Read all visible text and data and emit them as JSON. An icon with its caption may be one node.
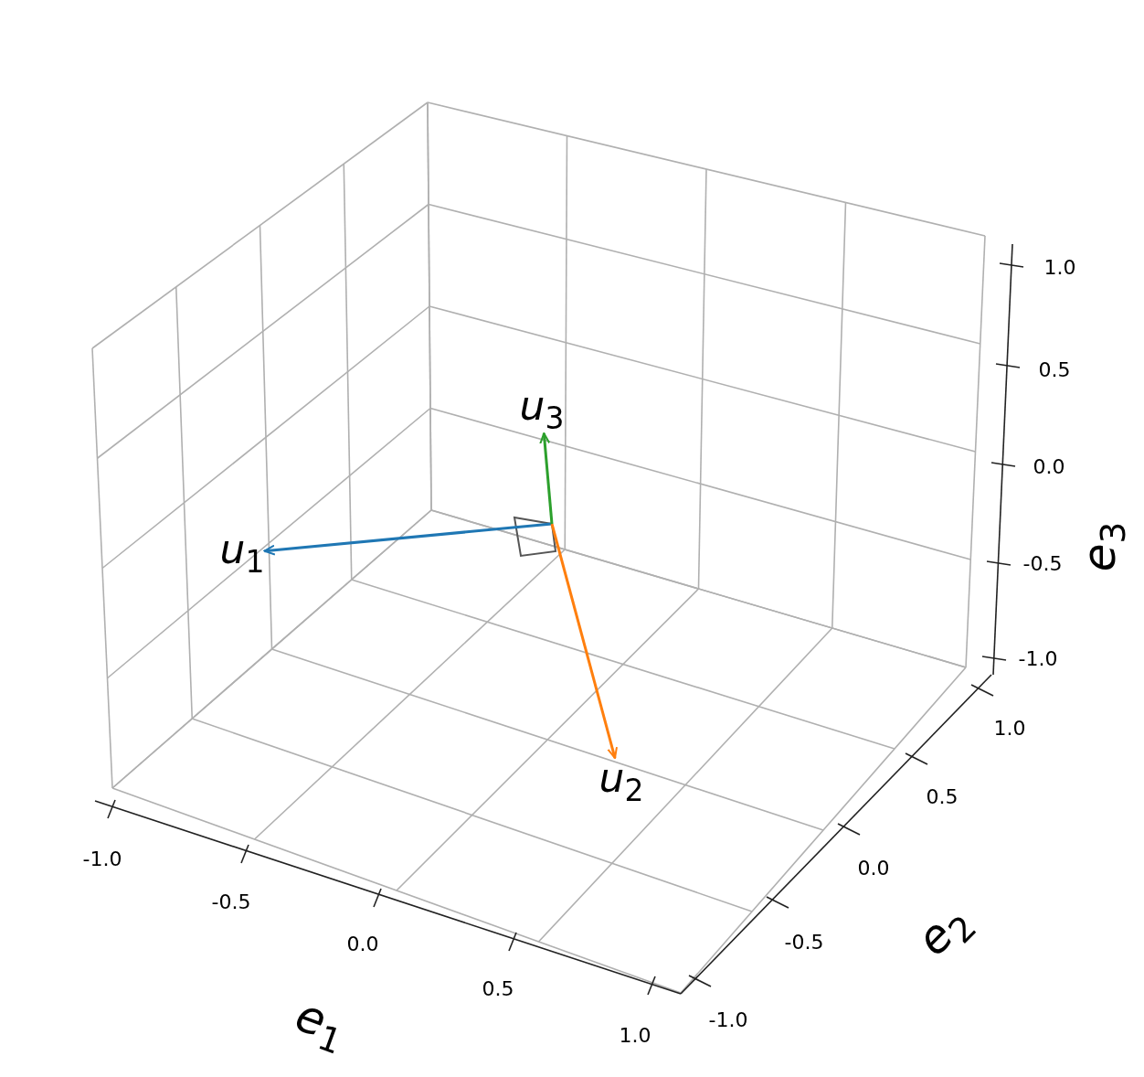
{
  "diagram": {
    "nodes": [
      {
        "text": [
          "u$_{1}$"
        ]
      },
      {
        "text": [
          "u$_{2}$"
        ]
      },
      {
        "text": [
          "u$_{3}$"
        ]
      }
    ],
    "edges": [
      {
        "from": null,
        "to": 0,
        "arrow": "to",
        "color": "#1f77b4"
      },
      {
        "from": null,
        "to": 1,
        "arrow": "to",
        "color": "#ff7f0e"
      },
      {
        "from": null,
        "to": 2,
        "arrow": "to",
        "color": "#2ca02c"
      }
    ],
    "labels": [
      "1.0",
      "0.5",
      "0.0",
      "-0.5",
      "-1.0",
      "e$_{3}$",
      "1.0",
      "0.5",
      "0.0",
      "-0.5",
      "-1.0",
      "e$_{2}$",
      "-1.0",
      "-0.5",
      "0.0",
      "0.5",
      "1.0",
      "e$_{1}$"
    ]
  }
}
